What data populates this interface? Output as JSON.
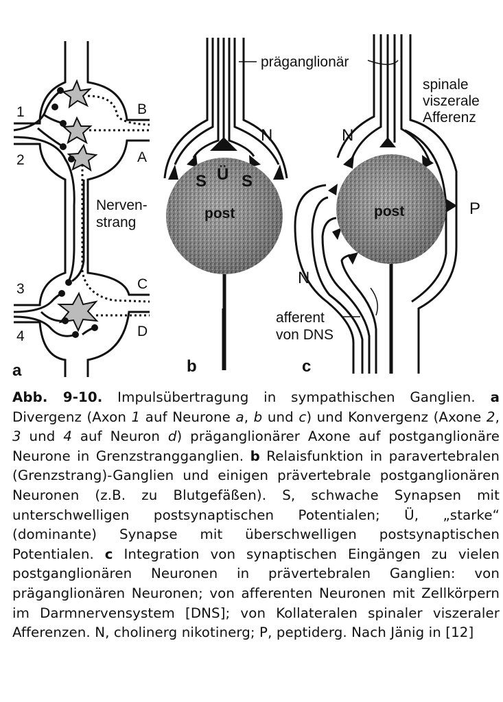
{
  "figure": {
    "panel_a": {
      "axon_labels": [
        "1",
        "2",
        "3",
        "4"
      ],
      "neuron_labels": [
        "B",
        "A",
        "C",
        "D"
      ],
      "nerve_label_1": "Nerven-",
      "nerve_label_2": "strang",
      "panel_letter": "a"
    },
    "panel_b": {
      "label_preganglionic": "präganglionär",
      "label_N": "N",
      "label_S_left": "S",
      "label_U": "Ü",
      "label_S_right": "S",
      "label_post": "post",
      "panel_letter": "b"
    },
    "panel_c": {
      "label_afferenz_1": "spinale",
      "label_afferenz_2": "viszerale",
      "label_afferenz_3": "Afferenz",
      "label_N_top": "N",
      "label_post": "post",
      "label_P": "P",
      "label_N_bottom": "N",
      "label_afferent_1": "afferent",
      "label_afferent_2": "von DNS",
      "panel_letter": "c"
    }
  },
  "caption": {
    "title": "Abb. 9-10.",
    "t1": " Impulsübertragung in sympathischen Ganglien. ",
    "a": "a",
    "t2": " Divergenz (Axon ",
    "n1": "1",
    "t3": " auf Neurone ",
    "na": "a",
    "t4": ", ",
    "nb": "b",
    "t5": " und ",
    "nc": "c",
    "t6": ") und Konvergenz (Axone ",
    "n2": "2",
    "t7": ", ",
    "n3": "3",
    "t8": " und ",
    "n4": "4",
    "t9": " auf Neuron ",
    "nd": "d",
    "t10": ") präganglionärer Axone auf postganglionäre Neurone in Grenzstrangganglien. ",
    "b": "b",
    "t11": " Relaisfunktion in paravertebralen (Grenzstrang)-Ganglien und einigen prävertebrale postganglionären Neuronen (z.B. zu Blutgefäßen). S, schwache Synapsen mit unterschwelligen postsynaptischen Potentialen; Ü, „starke“ (dominante) Synapse mit überschwelligen postsynaptischen Potentialen. ",
    "c": "c",
    "t12": " Integration von synaptischen Eingängen zu vielen postganglionären Neuronen in prävertebralen Ganglien: von präganglionären Neuronen; von afferenten Neuronen mit Zellkörpern im Darmnervensystem [DNS]; von Kollateralen spinaler viszeraler Afferenzen. N, cholinerg nikotinerg; P, peptiderg. Nach Jänig in [12]"
  }
}
